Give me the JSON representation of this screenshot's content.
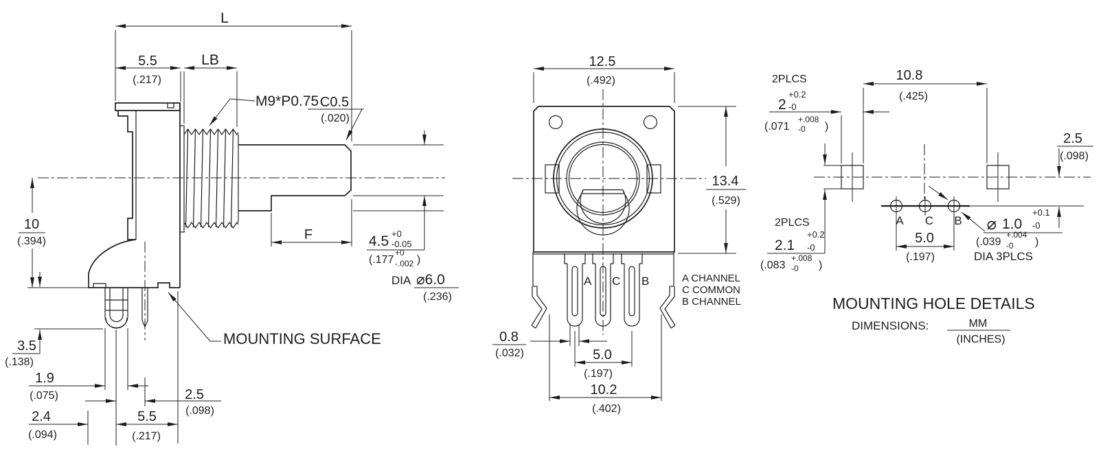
{
  "colors": {
    "ink": "#1c1c1c",
    "bg": "#ffffff"
  },
  "side_view": {
    "L": "L",
    "d55t": {
      "mm": "5.5",
      "inch": "(.217)"
    },
    "LB": "LB",
    "thread": "M9*P0.75",
    "c05": {
      "mm": "C0.5",
      "inch": "(.020)"
    },
    "d10": {
      "mm": "10",
      "inch": "(.394)"
    },
    "F": "F",
    "d45": {
      "mm": "4.5",
      "tp": "+0",
      "tm": "-0.05",
      "io": "(.177",
      "itp": "+0",
      "itm": "-.002",
      "ic": ")"
    },
    "dia": "DIA",
    "d6": {
      "mm": "⌀6.0",
      "inch": "(.236)"
    },
    "msurf": "MOUNTING SURFACE",
    "d35": {
      "mm": "3.5",
      "inch": "(.138)"
    },
    "d19": {
      "mm": "1.9",
      "inch": "(.075)"
    },
    "d25": {
      "mm": "2.5",
      "inch": "(.098)"
    },
    "d24": {
      "mm": "2.4",
      "inch": "(.094)"
    },
    "d55b": {
      "mm": "5.5",
      "inch": "(.217)"
    }
  },
  "front_view": {
    "d125": {
      "mm": "12.5",
      "inch": "(.492)"
    },
    "d134": {
      "mm": "13.4",
      "inch": "(.529)"
    },
    "pins": {
      "a": "A",
      "c": "C",
      "b": "B"
    },
    "legend": [
      "A CHANNEL",
      "C COMMON",
      "B CHANNEL"
    ],
    "d08": {
      "mm": "0.8",
      "inch": "(.032)"
    },
    "d50": {
      "mm": "5.0",
      "inch": "(.197)"
    },
    "d102": {
      "mm": "10.2",
      "inch": "(.402)"
    }
  },
  "hole_view": {
    "plcs_top": "2PLCS",
    "d2": {
      "mm": "2",
      "tp": "+0.2",
      "tm": "-0",
      "io": "(.071",
      "itp": "+.008",
      "itm": "-0",
      "ic": ")"
    },
    "d108": {
      "mm": "10.8",
      "inch": "(.425)"
    },
    "d25": {
      "mm": "2.5",
      "inch": "(.098)"
    },
    "plcs_bot": "2PLCS",
    "d21": {
      "mm": "2.1",
      "tp": "+0.2",
      "tm": "-0",
      "io": "(.083",
      "itp": "+.008",
      "itm": "-0",
      "ic": ")"
    },
    "holes": {
      "a": "A",
      "c": "C",
      "b": "B"
    },
    "d50": {
      "mm": "5.0",
      "inch": "(.197)"
    },
    "d1": {
      "dia": "⌀",
      "mm": "1.0",
      "tp": "+0.1",
      "tm": "-0",
      "io": "(.039",
      "itp": "+.004",
      "itm": "-0",
      "ic": ")",
      "plcs": "DIA 3PLCS"
    },
    "title": "MOUNTING HOLE DETAILS",
    "dims_label": "DIMENSIONS:",
    "mm": "MM",
    "inches": "(INCHES)"
  }
}
